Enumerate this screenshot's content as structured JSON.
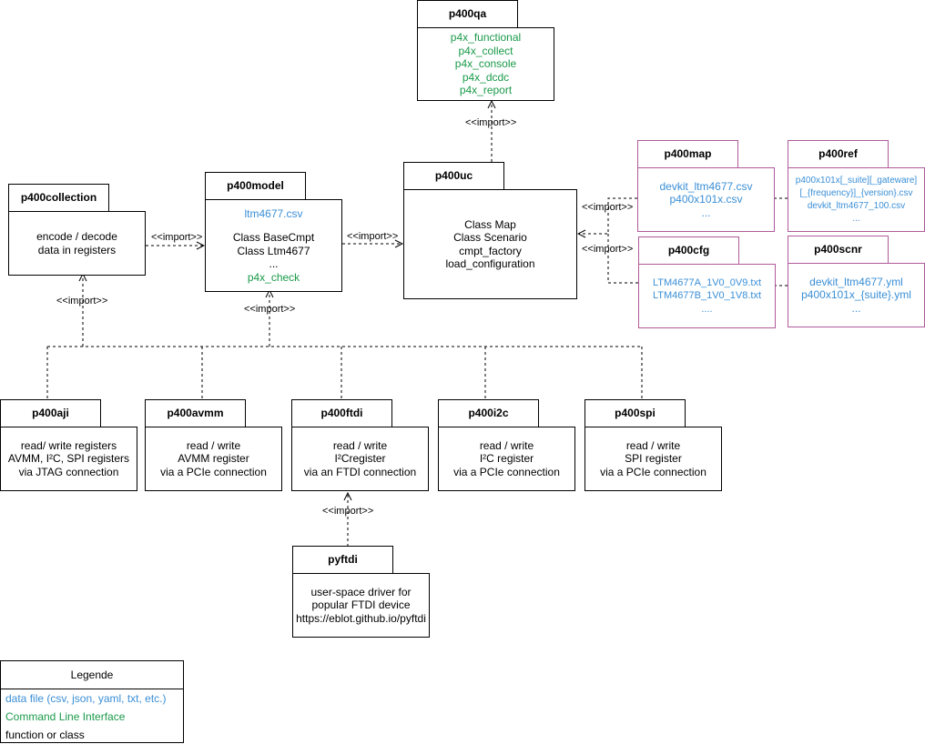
{
  "packages": {
    "p400qa": {
      "title": "p400qa",
      "lines": [
        {
          "text": "p4x_functional",
          "kind": "cli"
        },
        {
          "text": "p4x_collect",
          "kind": "cli"
        },
        {
          "text": "p4x_console",
          "kind": "cli"
        },
        {
          "text": "p4x_dcdc",
          "kind": "cli"
        },
        {
          "text": "p4x_report",
          "kind": "cli"
        }
      ]
    },
    "p400uc": {
      "title": "p400uc",
      "lines": [
        {
          "text": "Class Map",
          "kind": "code"
        },
        {
          "text": "Class Scenario",
          "kind": "code"
        },
        {
          "text": "cmpt_factory",
          "kind": "code"
        },
        {
          "text": "load_configuration",
          "kind": "code"
        }
      ]
    },
    "p400map": {
      "title": "p400map",
      "lines": [
        {
          "text": "devkit_ltm4677.csv",
          "kind": "data"
        },
        {
          "text": "p400x101x.csv",
          "kind": "data"
        },
        {
          "text": "...",
          "kind": "data"
        }
      ]
    },
    "p400ref": {
      "title": "p400ref",
      "lines": [
        {
          "text": "p400x101x[_suite][_gateware]",
          "kind": "data"
        },
        {
          "text": "[_{frequency}]_{version}.csv",
          "kind": "data"
        },
        {
          "text": "devkit_ltm4677_100.csv",
          "kind": "data"
        },
        {
          "text": "...",
          "kind": "data"
        }
      ]
    },
    "p400cfg": {
      "title": "p400cfg",
      "lines": [
        {
          "text": "LTM4677A_1V0_0V9.txt",
          "kind": "data"
        },
        {
          "text": "LTM4677B_1V0_1V8.txt",
          "kind": "data"
        },
        {
          "text": "....",
          "kind": "data"
        }
      ]
    },
    "p400scnr": {
      "title": "p400scnr",
      "lines": [
        {
          "text": "devkit_ltm4677.yml",
          "kind": "data"
        },
        {
          "text": "p400x101x_{suite}.yml",
          "kind": "data"
        },
        {
          "text": "...",
          "kind": "data"
        }
      ]
    },
    "p400collection": {
      "title": "p400collection",
      "lines": [
        {
          "text": "encode / decode",
          "kind": "code"
        },
        {
          "text": "data in registers",
          "kind": "code"
        }
      ]
    },
    "p400model": {
      "title": "p400model",
      "lines": [
        {
          "text": "ltm4677.csv",
          "kind": "data"
        },
        {
          "text": "",
          "kind": "code"
        },
        {
          "text": "Class BaseCmpt",
          "kind": "code"
        },
        {
          "text": "Class Ltm4677",
          "kind": "code"
        },
        {
          "text": "...",
          "kind": "code"
        },
        {
          "text": "p4x_check",
          "kind": "cli"
        }
      ]
    },
    "p400aji": {
      "title": "p400aji",
      "lines": [
        {
          "text": "read/ write registers",
          "kind": "code"
        },
        {
          "text": "AVMM, I²C, SPI registers",
          "kind": "code"
        },
        {
          "text": "via JTAG connection",
          "kind": "code"
        }
      ]
    },
    "p400avmm": {
      "title": "p400avmm",
      "lines": [
        {
          "text": "read / write",
          "kind": "code"
        },
        {
          "text": "AVMM register",
          "kind": "code"
        },
        {
          "text": "via a PCIe connection",
          "kind": "code"
        }
      ]
    },
    "p400ftdi": {
      "title": "p400ftdi",
      "lines": [
        {
          "text": "read / write",
          "kind": "code"
        },
        {
          "text": "I²Cregister",
          "kind": "code"
        },
        {
          "text": "via an FTDI connection",
          "kind": "code"
        }
      ]
    },
    "p400i2c": {
      "title": "p400i2c",
      "lines": [
        {
          "text": "read / write",
          "kind": "code"
        },
        {
          "text": "I²C register",
          "kind": "code"
        },
        {
          "text": "via a PCIe connection",
          "kind": "code"
        }
      ]
    },
    "p400spi": {
      "title": "p400spi",
      "lines": [
        {
          "text": "read / write",
          "kind": "code"
        },
        {
          "text": "SPI register",
          "kind": "code"
        },
        {
          "text": "via a PCIe connection",
          "kind": "code"
        }
      ]
    },
    "pyftdi": {
      "title": "pyftdi",
      "lines": [
        {
          "text": "user-space driver for",
          "kind": "code"
        },
        {
          "text": "popular FTDI device",
          "kind": "code"
        },
        {
          "text": "https://eblot.github.io/pyftdi",
          "kind": "code"
        }
      ]
    }
  },
  "edge_label": "<<import>>",
  "legend": {
    "title": "Legende",
    "data": "data file (csv, json, yaml, txt, etc.)",
    "cli": "Command Line Interface",
    "code": "function or class"
  },
  "colors": {
    "data": "#3a8fd6",
    "cli": "#1a9a4a",
    "code": "#000000",
    "pink_border": "#b05a9a"
  }
}
